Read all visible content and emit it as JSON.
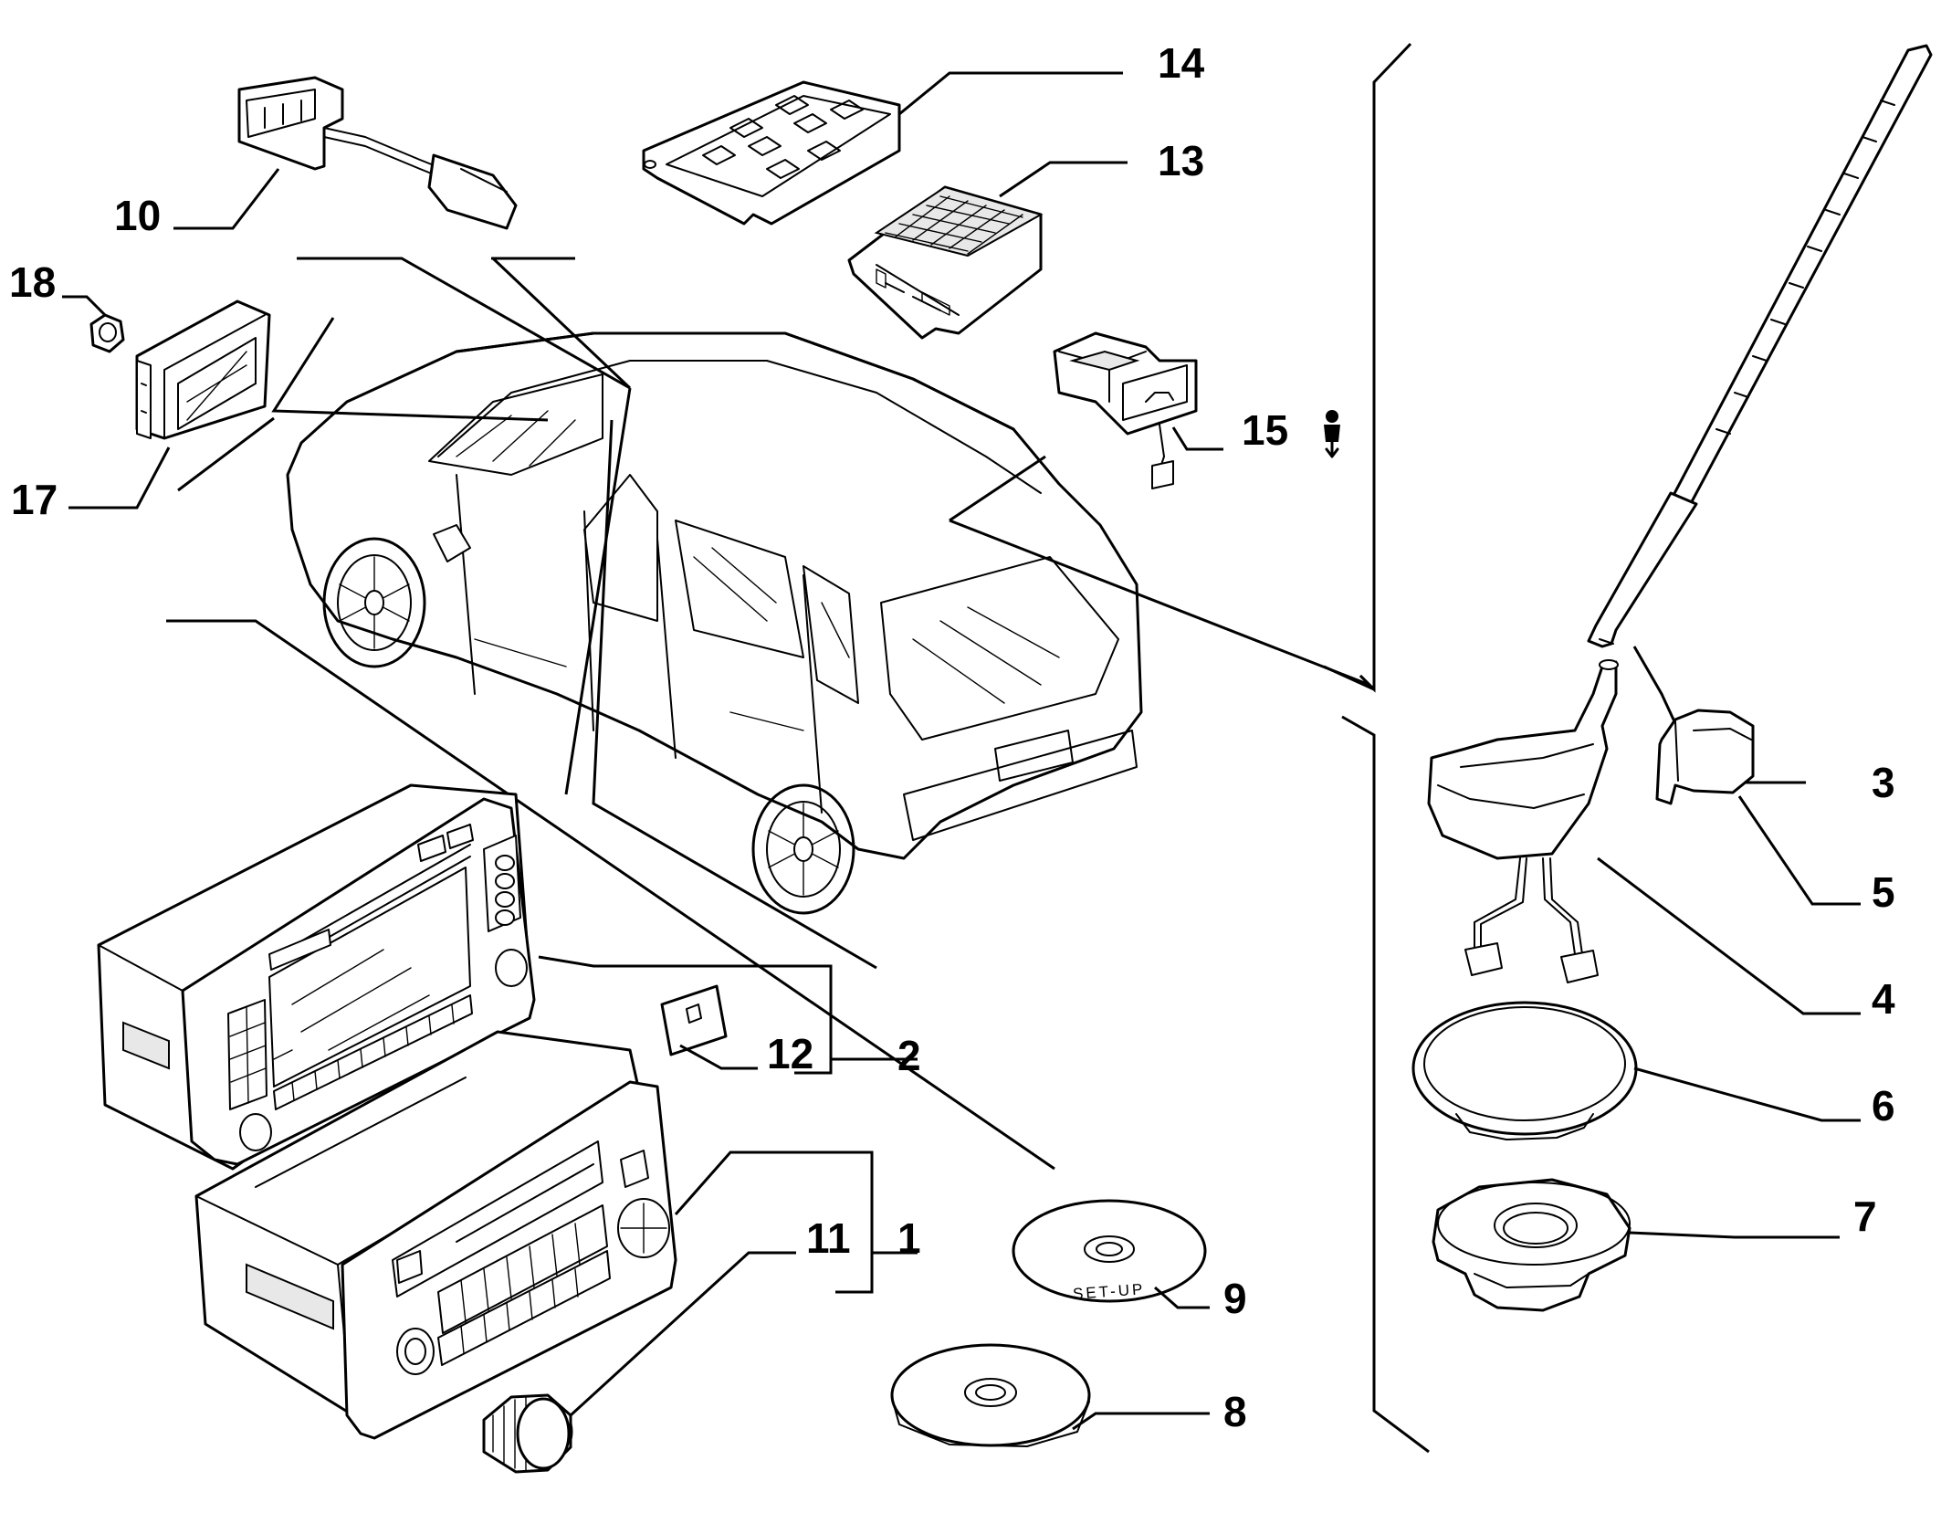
{
  "callouts": [
    {
      "id": "1",
      "label": "1"
    },
    {
      "id": "2",
      "label": "2"
    },
    {
      "id": "3",
      "label": "3"
    },
    {
      "id": "4",
      "label": "4"
    },
    {
      "id": "5",
      "label": "5"
    },
    {
      "id": "6",
      "label": "6"
    },
    {
      "id": "7",
      "label": "7"
    },
    {
      "id": "8",
      "label": "8"
    },
    {
      "id": "9",
      "label": "9"
    },
    {
      "id": "10",
      "label": "10"
    },
    {
      "id": "11",
      "label": "11"
    },
    {
      "id": "12",
      "label": "12"
    },
    {
      "id": "13",
      "label": "13"
    },
    {
      "id": "14",
      "label": "14"
    },
    {
      "id": "15",
      "label": "15"
    },
    {
      "id": "17",
      "label": "17"
    },
    {
      "id": "18",
      "label": "18"
    }
  ],
  "disc_label": "SET-UP",
  "icons": {
    "person_symbol": "person-down-arrow-icon"
  },
  "colors": {
    "line": "#000000",
    "background": "#ffffff"
  }
}
